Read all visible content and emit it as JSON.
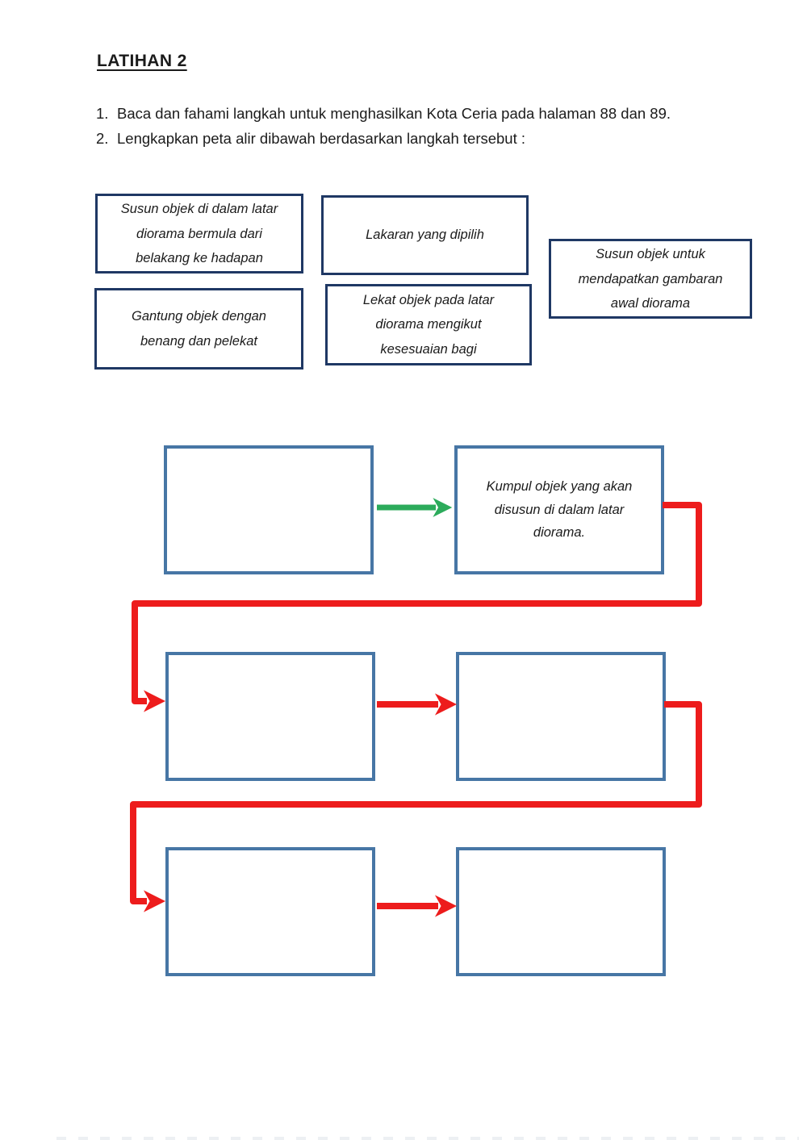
{
  "colors": {
    "ink": "#1b1b1b",
    "navy": "#1f3864",
    "steel": "#4776a5",
    "red": "#ed1c1c",
    "green": "#2cab5b"
  },
  "page": {
    "title": "LATIHAN 2"
  },
  "instructions": [
    {
      "number": "1.",
      "text": "Baca dan fahami langkah untuk menghasilkan Kota Ceria pada halaman 88 dan 89."
    },
    {
      "number": "2.",
      "text": "Lengkapkan peta alir dibawah berdasarkan langkah tersebut :"
    }
  ],
  "answer_bank": [
    {
      "label": "Susun objek di dalam latar\ndiorama bermula dari\nbelakang ke hadapan"
    },
    {
      "label": "Lakaran yang dipilih"
    },
    {
      "label": "Susun objek untuk\nmendapatkan gambaran\nawal diorama"
    },
    {
      "label": "Gantung objek dengan\nbenang dan pelekat"
    },
    {
      "label": "Lekat objek pada latar\ndiorama mengikut\nkesesuaian bagi"
    }
  ],
  "flowchart": {
    "boxes": [
      {
        "id": "step-1",
        "text": ""
      },
      {
        "id": "step-2",
        "text": "Kumpul objek yang akan\ndisusun di dalam latar\ndiorama."
      },
      {
        "id": "step-3",
        "text": ""
      },
      {
        "id": "step-4",
        "text": ""
      },
      {
        "id": "step-5",
        "text": ""
      },
      {
        "id": "step-6",
        "text": ""
      }
    ]
  }
}
